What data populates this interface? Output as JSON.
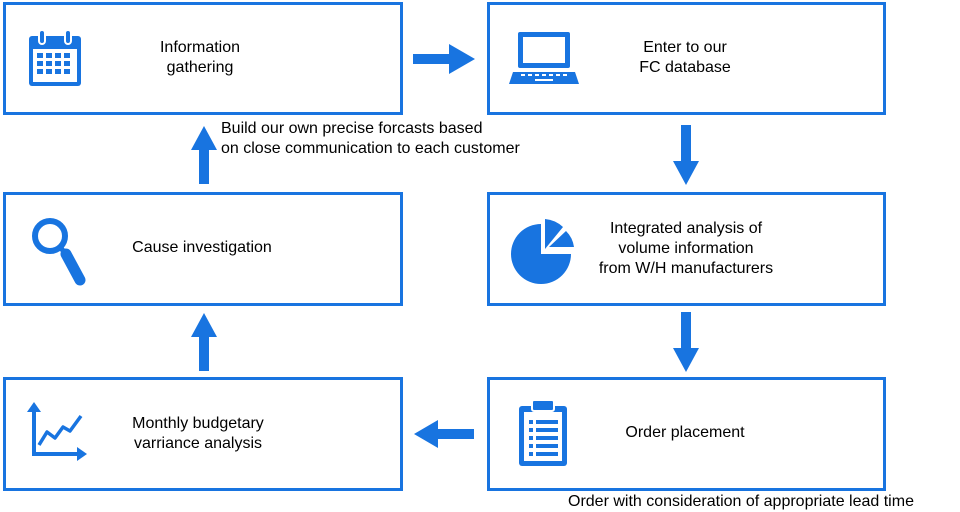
{
  "accent_color": "#1874e0",
  "steps": {
    "information_gathering": {
      "label": "Information\ngathering",
      "icon": "calendar-icon"
    },
    "enter_database": {
      "label": "Enter to our\nFC database",
      "icon": "laptop-icon"
    },
    "integrated_analysis": {
      "label": "Integrated analysis of\nvolume information\nfrom W/H manufacturers",
      "icon": "pie-chart-icon"
    },
    "order_placement": {
      "label": "Order placement",
      "icon": "clipboard-icon"
    },
    "variance_analysis": {
      "label": "Monthly budgetary\n varriance analysis",
      "icon": "line-chart-icon"
    },
    "cause_investigation": {
      "label": "Cause investigation",
      "icon": "magnifier-icon"
    }
  },
  "notes": {
    "forecast": "Build our own precise forcasts based\non close communication to each customer",
    "lead_time": "Order with consideration of appropriate lead time"
  }
}
